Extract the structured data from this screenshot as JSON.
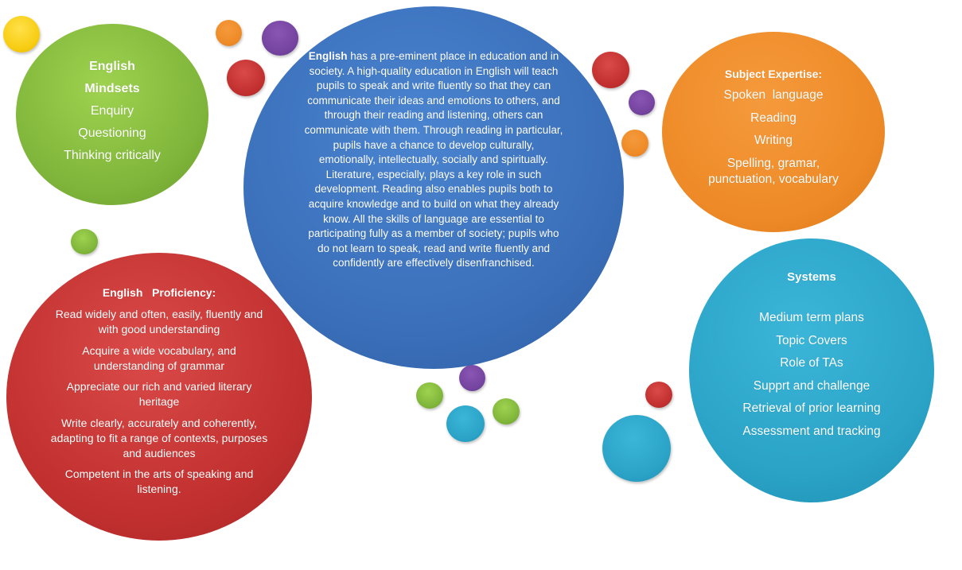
{
  "colors": {
    "green": "#7fb53a",
    "red": "#c1302f",
    "blue": "#3a6eb8",
    "orange": "#ee8a27",
    "teal": "#2aa3c7",
    "purple": "#74449f",
    "yellow": "#f7cc11"
  },
  "mindsets": {
    "title_line1": "English",
    "title_line2": "Mindsets",
    "items": [
      "Enquiry",
      "Questioning",
      "Thinking critically"
    ]
  },
  "main": {
    "lead": "English",
    "text": " has a pre-eminent place in education and in society. A high-quality education in English will teach pupils to speak and write fluently so that they can communicate their ideas and emotions to others, and through their reading and listening, others can communicate with them. Through reading in particular, pupils have a chance to develop culturally, emotionally, intellectually, socially and spiritually. Literature, especially, plays a key role in such development. Reading also enables pupils both to acquire knowledge and to build on what they already know. All the skills of language are essential to participating fully as a member of society; pupils who do not learn to speak, read and write fluently and confidently are effectively disenfranchised."
  },
  "expertise": {
    "title": "Subject Expertise:",
    "items": [
      "Spoken  language",
      "Reading",
      "Writing",
      "Spelling, gramar, punctuation, vocabulary"
    ]
  },
  "proficiency": {
    "title": "English   Proficiency:",
    "items": [
      "Read widely and often, easily, fluently and with good understanding",
      "Acquire a wide vocabulary, and understanding of grammar",
      "Appreciate our rich and varied literary heritage",
      "Write clearly, accurately and coherently, adapting to fit a range of contexts, purposes and audiences",
      "Competent in the arts of speaking and listening."
    ]
  },
  "systems": {
    "title": "Systems",
    "items": [
      "Medium term plans",
      "Topic Covers",
      "Role of TAs",
      "Supprt and challenge",
      "Retrieval of prior learning",
      "Assessment and tracking"
    ]
  }
}
